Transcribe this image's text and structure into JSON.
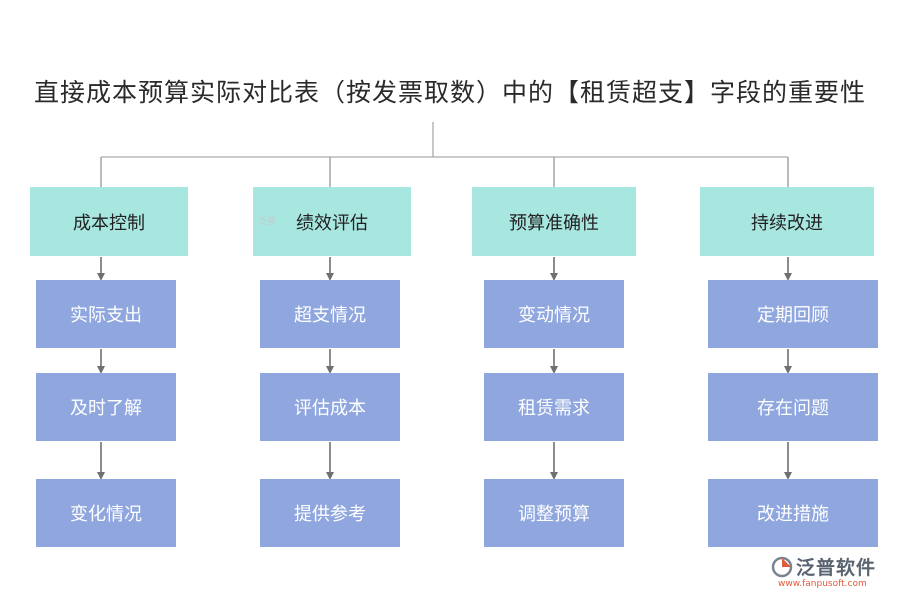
{
  "title": "直接成本预算实际对比表（按发票取数）中的【租赁超支】字段的重要性",
  "branches": [
    {
      "label": "成本控制",
      "items": [
        "实际支出",
        "及时了解",
        "变化情况"
      ]
    },
    {
      "label": "绩效评估",
      "items": [
        "超支情况",
        "评估成本",
        "提供参考"
      ]
    },
    {
      "label": "预算准确性",
      "items": [
        "变动情况",
        "租赁需求",
        "调整预算"
      ]
    },
    {
      "label": "持续改进",
      "items": [
        "定期回顾",
        "存在问题",
        "改进措施"
      ]
    }
  ],
  "watermark": "泛普",
  "brand": {
    "name": "泛普软件",
    "url": "www.fanpusoft.com",
    "logo_icon": "fanpu-logo-icon"
  },
  "colors": {
    "title": "#2a2a2a",
    "head_box": "#a8e6e0",
    "child_box": "#8fa6de",
    "child_text": "#ffffff",
    "line": "#aaaaaa",
    "arrow": "#707070"
  }
}
